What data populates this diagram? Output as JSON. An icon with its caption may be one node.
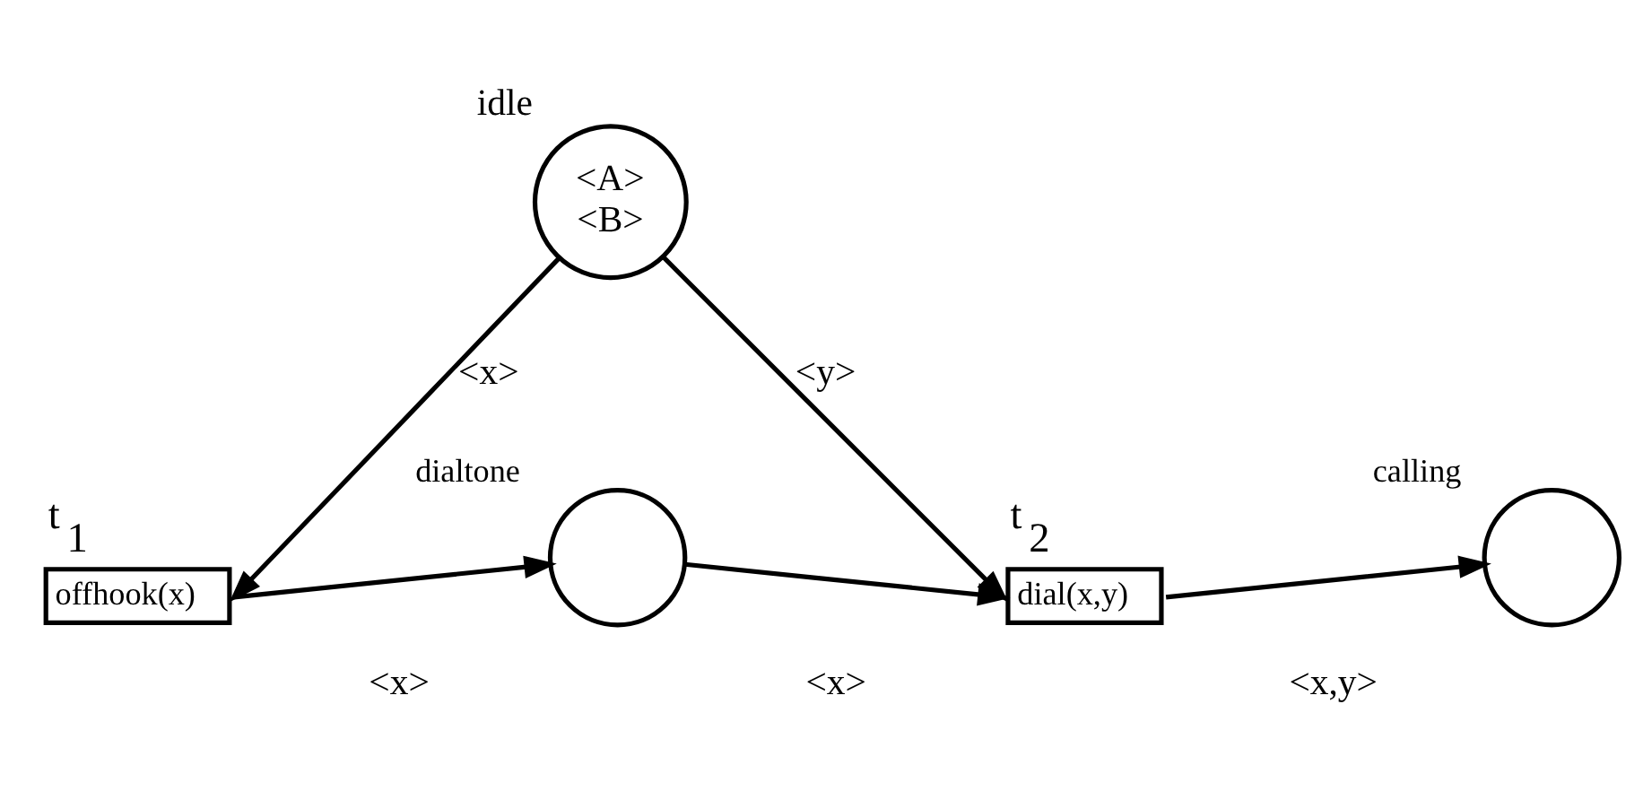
{
  "diagram": {
    "nodes": [
      {
        "text": [
          "idle",
          "<A>",
          "<B>"
        ]
      },
      {
        "text": [
          "t$_{1}$",
          "offhook(x)"
        ]
      },
      {
        "text": [
          "dialtone"
        ]
      },
      {
        "text": [
          "t$_{2}$",
          "dial(x,y)"
        ]
      },
      {
        "text": [
          "calling"
        ]
      }
    ],
    "edges": [
      {
        "from": 0,
        "to": 1,
        "arrow": "to",
        "label": "<x>"
      },
      {
        "from": 0,
        "to": 3,
        "arrow": "to",
        "label": "<y>"
      },
      {
        "from": 1,
        "to": 2,
        "arrow": "to",
        "label": "<x>"
      },
      {
        "from": 2,
        "to": 3,
        "arrow": "to",
        "label": "<x>"
      },
      {
        "from": 3,
        "to": 4,
        "arrow": "to",
        "label": "<x,y>"
      }
    ]
  }
}
